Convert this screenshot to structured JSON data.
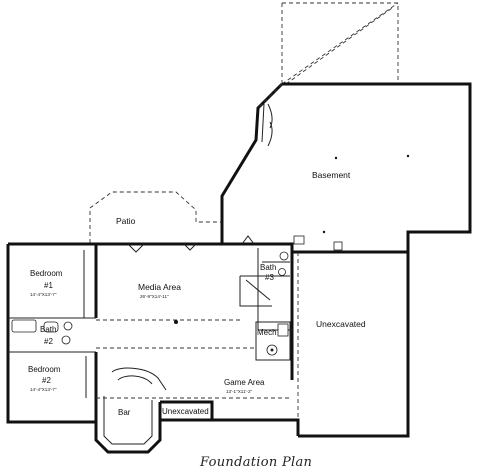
{
  "title": "Foundation Plan",
  "rooms": {
    "basement": {
      "name": "Basement"
    },
    "patio": {
      "name": "Patio"
    },
    "bedroom1": {
      "name": "Bedroom",
      "number": "#1",
      "dims": "14'-4\"X13'-7\""
    },
    "bath2": {
      "name": "Bath",
      "number": "#2"
    },
    "bedroom2": {
      "name": "Bedroom",
      "number": "#2",
      "dims": "14'-4\"X13'-7\""
    },
    "media": {
      "name": "Media Area",
      "dims": "26'-9\"X14'-11\""
    },
    "bath3": {
      "name": "Bath",
      "number": "#3"
    },
    "mech": {
      "name": "Mech"
    },
    "unexcavated_right": {
      "name": "Unexcavated"
    },
    "game": {
      "name": "Game Area",
      "dims": "13'-1\"X11'-2\""
    },
    "bar": {
      "name": "Bar"
    },
    "unexcavated_small": {
      "name": "Unexcavated"
    }
  },
  "colors": {
    "line": "#111111",
    "background": "#ffffff"
  }
}
